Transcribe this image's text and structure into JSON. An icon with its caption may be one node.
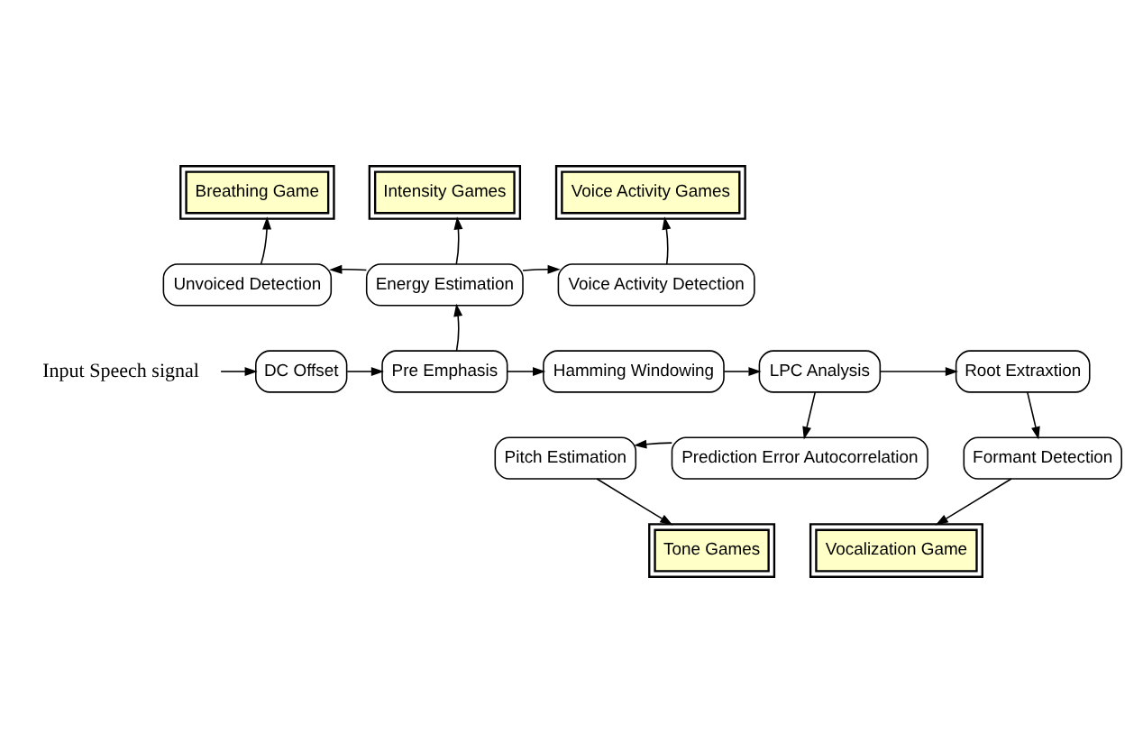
{
  "diagram": {
    "nodes": [
      {
        "text": [
          "Breathing Game"
        ]
      },
      {
        "text": [
          "Intensity Games"
        ]
      },
      {
        "text": [
          "Voice Activity Games"
        ]
      },
      {
        "text": [
          "Unvoiced Detection"
        ]
      },
      {
        "text": [
          "Energy Estimation"
        ]
      },
      {
        "text": [
          "Voice Activity Detection"
        ]
      },
      {
        "text": [
          "Input Speech signal"
        ]
      },
      {
        "text": [
          "DC Offset"
        ]
      },
      {
        "text": [
          "Pre Emphasis"
        ]
      },
      {
        "text": [
          "Hamming Windowing"
        ]
      },
      {
        "text": [
          "LPC Analysis"
        ]
      },
      {
        "text": [
          "Root Extraxtion"
        ]
      },
      {
        "text": [
          "Pitch Estimation"
        ]
      },
      {
        "text": [
          "Prediction Error Autocorrelation"
        ]
      },
      {
        "text": [
          "Formant Detection"
        ]
      },
      {
        "text": [
          "Tone Games"
        ]
      },
      {
        "text": [
          "Vocalization Game"
        ]
      }
    ],
    "edges": [
      {
        "from": 6,
        "to": 7,
        "arrow": "to"
      },
      {
        "from": 7,
        "to": 8,
        "arrow": "to"
      },
      {
        "from": 8,
        "to": 9,
        "arrow": "to"
      },
      {
        "from": 9,
        "to": 10,
        "arrow": "to"
      },
      {
        "from": 10,
        "to": 11,
        "arrow": "to"
      },
      {
        "from": 8,
        "to": 4,
        "arrow": "to"
      },
      {
        "from": 4,
        "to": 3,
        "arrow": "to"
      },
      {
        "from": 4,
        "to": 5,
        "arrow": "to"
      },
      {
        "from": 3,
        "to": 0,
        "arrow": "to"
      },
      {
        "from": 4,
        "to": 1,
        "arrow": "to"
      },
      {
        "from": 5,
        "to": 2,
        "arrow": "to"
      },
      {
        "from": 10,
        "to": 13,
        "arrow": "to"
      },
      {
        "from": 13,
        "to": 12,
        "arrow": "to"
      },
      {
        "from": 12,
        "to": 15,
        "arrow": "to"
      },
      {
        "from": 11,
        "to": 14,
        "arrow": "to"
      },
      {
        "from": 14,
        "to": 16,
        "arrow": "to"
      }
    ]
  }
}
